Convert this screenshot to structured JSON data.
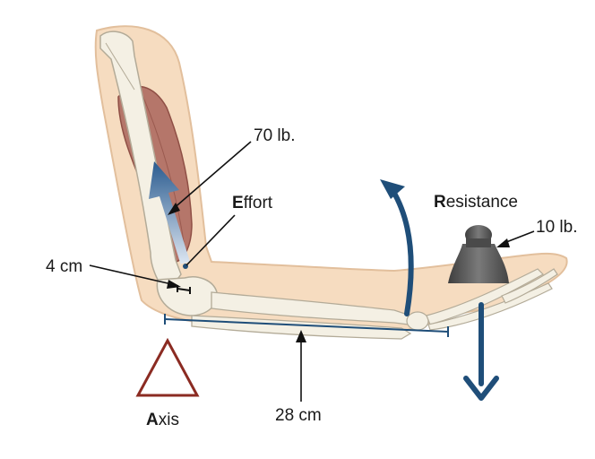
{
  "labels": {
    "effort_value": "70 lb.",
    "effort_initial": "E",
    "effort_rest": "ffort",
    "resistance_initial": "R",
    "resistance_rest": "esistance",
    "resistance_value": "10 lb.",
    "effort_arm": "4 cm",
    "resistance_arm": "28 cm",
    "axis_initial": "A",
    "axis_rest": "xis"
  },
  "colors": {
    "skin": "#f6dcc0",
    "skin_outline": "#e2bf9c",
    "muscle": "#b5766a",
    "muscle_dark": "#8f4f45",
    "bone": "#f4f0e4",
    "bone_outline": "#b3ab98",
    "arrow_blue": "#1f4e79",
    "triangle_red": "#8b2b22",
    "weight_gray": "#5a5a5a"
  }
}
